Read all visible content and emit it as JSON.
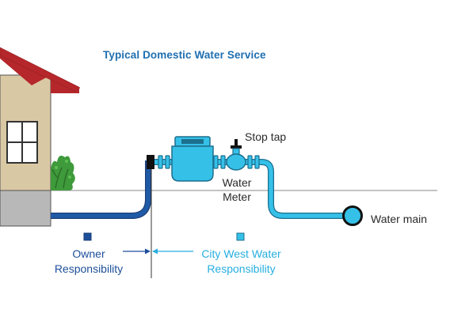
{
  "diagram": {
    "title": "Typical Domestic Water Service",
    "labels": {
      "stop_tap": "Stop tap",
      "water_meter_line1": "Water",
      "water_meter_line2": "Meter",
      "water_main": "Water main"
    },
    "responsibility": {
      "owner_line1": "Owner",
      "owner_line2": "Responsibility",
      "city_line1": "City West Water",
      "city_line2": "Responsibility"
    }
  },
  "colors": {
    "owner_pipe": "#1f5aa6",
    "city_pipe": "#35c0e8",
    "title": "#1f6fb0",
    "house_wall": "#d9c8a4",
    "house_base": "#b8b8b8",
    "roof": "#b5272b",
    "bush": "#3e9a3a"
  }
}
